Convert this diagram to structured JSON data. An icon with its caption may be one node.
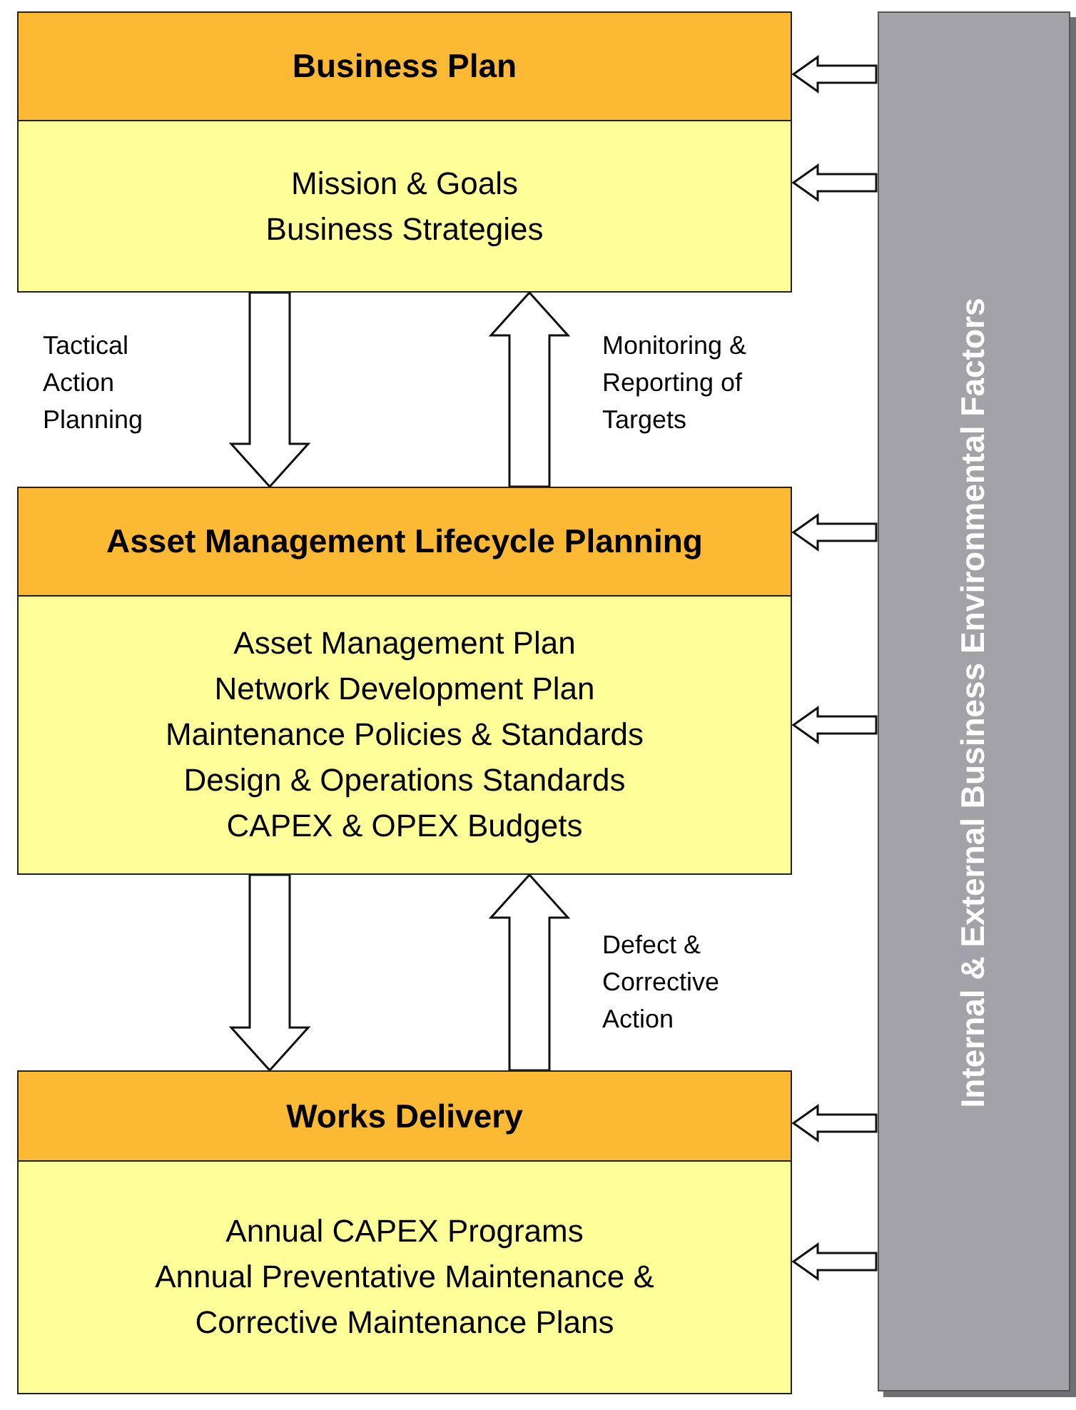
{
  "diagram": {
    "nodes": [
      {
        "text": [
          "Business Plan",
          "Mission & Goals",
          "Business Strategies"
        ]
      },
      {
        "text": [
          "Asset Management Lifecycle Planning",
          "Asset Management Plan",
          "Network Development Plan",
          "Maintenance Policies & Standards",
          "Design & Operations Standards",
          "CAPEX & OPEX Budgets"
        ]
      },
      {
        "text": [
          "Works Delivery",
          "Annual CAPEX Programs",
          "Annual Preventative Maintenance & Corrective Maintenance Plans"
        ]
      },
      {
        "text": [
          "Internal & External Business Environmental Factors"
        ]
      }
    ],
    "edges": [
      {
        "from": 0,
        "to": 1,
        "arrow": "to",
        "label": "Tactical Action Planning"
      },
      {
        "from": 1,
        "to": 0,
        "arrow": "to",
        "label": "Monitoring & Reporting of Targets"
      },
      {
        "from": 1,
        "to": 2,
        "arrow": "to"
      },
      {
        "from": 2,
        "to": 1,
        "arrow": "to",
        "label": "Defect & Corrective Action"
      },
      {
        "from": 3,
        "to": 0,
        "arrow": "to"
      },
      {
        "from": 3,
        "to": 0,
        "arrow": "to"
      },
      {
        "from": 3,
        "to": 1,
        "arrow": "to"
      },
      {
        "from": 3,
        "to": 1,
        "arrow": "to"
      },
      {
        "from": 3,
        "to": 2,
        "arrow": "to"
      },
      {
        "from": 3,
        "to": 2,
        "arrow": "to"
      }
    ]
  }
}
